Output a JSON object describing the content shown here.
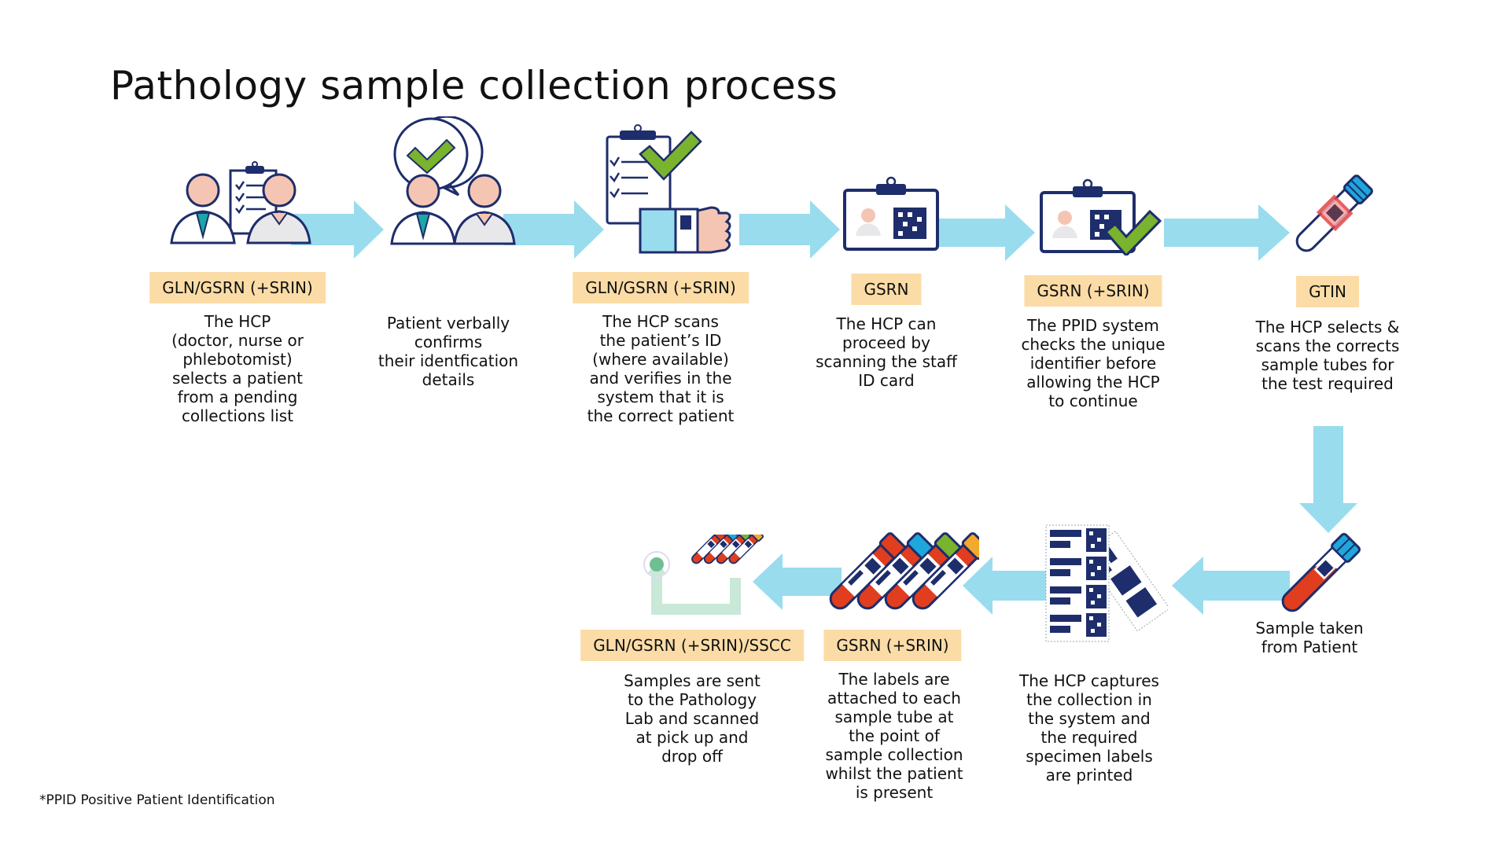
{
  "title": "Pathology sample collection process",
  "colors": {
    "tag_bg": "#fbdca6",
    "arrow": "#99dcee",
    "navy": "#1e2d6b",
    "skin": "#f5c5b3",
    "green": "#7ab32e",
    "teal": "#1ba6a8",
    "red": "#e03e1f",
    "blue_cap": "#1ea7dc",
    "yellow_cap": "#f3a92c",
    "mint": "#c9e8d8",
    "mint_dot": "#6fbf93"
  },
  "steps": [
    {
      "id": 1,
      "icon": "hcp-patient-clipboard-icon",
      "tag": "GLN/GSRN (+SRIN)",
      "description": "The HCP\n(doctor, nurse or\nphlebotomist)\nselects a patient\nfrom a pending\ncollections list"
    },
    {
      "id": 2,
      "icon": "verbal-confirmation-icon",
      "tag": "",
      "description": "Patient verbally\nconfirms\ntheir identfication\ndetails"
    },
    {
      "id": 3,
      "icon": "scan-wristband-icon",
      "tag": "GLN/GSRN (+SRIN)",
      "description": "The HCP scans\nthe patient’s ID\n(where available)\nand verifies in the\nsystem that it is\nthe correct patient"
    },
    {
      "id": 4,
      "icon": "staff-id-card-icon",
      "tag": "GSRN",
      "description": "The HCP can\nproceed by\nscanning the staff\nID card"
    },
    {
      "id": 5,
      "icon": "id-card-verified-icon",
      "tag": "GSRN (+SRIN)",
      "description": "The PPID system\nchecks the unique\nidentifier before\nallowing the HCP\nto continue"
    },
    {
      "id": 6,
      "icon": "sample-tube-scan-icon",
      "tag": "GTIN",
      "description": "The HCP selects &\nscans the corrects\nsample tubes for\nthe test required"
    },
    {
      "id": 7,
      "icon": "filled-sample-tube-icon",
      "tag": "",
      "description": "Sample taken\nfrom Patient"
    },
    {
      "id": 8,
      "icon": "printed-labels-icon",
      "tag": "",
      "description": "The HCP captures\nthe  collection in\nthe system and\nthe required\nspecimen labels\nare printed"
    },
    {
      "id": 9,
      "icon": "labelled-tubes-icon",
      "tag": "GSRN (+SRIN)",
      "description": "The labels are\nattached to each\nsample tube at\nthe point of\nsample collection\nwhilst the patient\nis present"
    },
    {
      "id": 10,
      "icon": "tubes-dispatch-icon",
      "tag": "GLN/GSRN (+SRIN)/SSCC",
      "description": "Samples are sent\nto the Pathology\nLab and scanned\nat pick up and\ndrop off"
    }
  ],
  "footnote": "*PPID Positive Patient Identification"
}
